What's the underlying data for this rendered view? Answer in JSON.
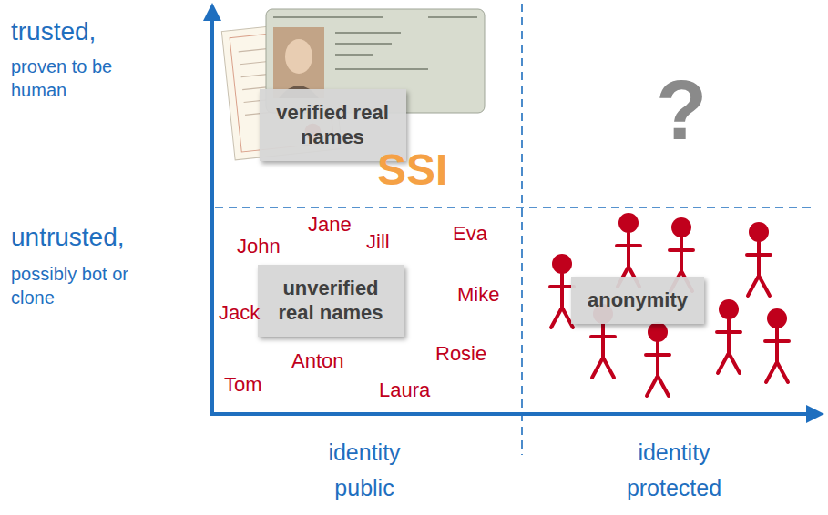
{
  "diagram": {
    "nodes": [
      {
        "text": [
          "verified real names"
        ]
      },
      {
        "text": [
          "unverified real names"
        ]
      },
      {
        "text": [
          "anonymity"
        ]
      }
    ],
    "labels": [
      "trusted,",
      "proven to be human",
      "SSI",
      "?",
      "untrusted,",
      "possibly bot or clone",
      "John",
      "Jane",
      "Jill",
      "Eva",
      "Jack",
      "Mike",
      "Anton",
      "Rosie",
      "Tom",
      "Laura",
      "identity public",
      "identity protected"
    ]
  }
}
